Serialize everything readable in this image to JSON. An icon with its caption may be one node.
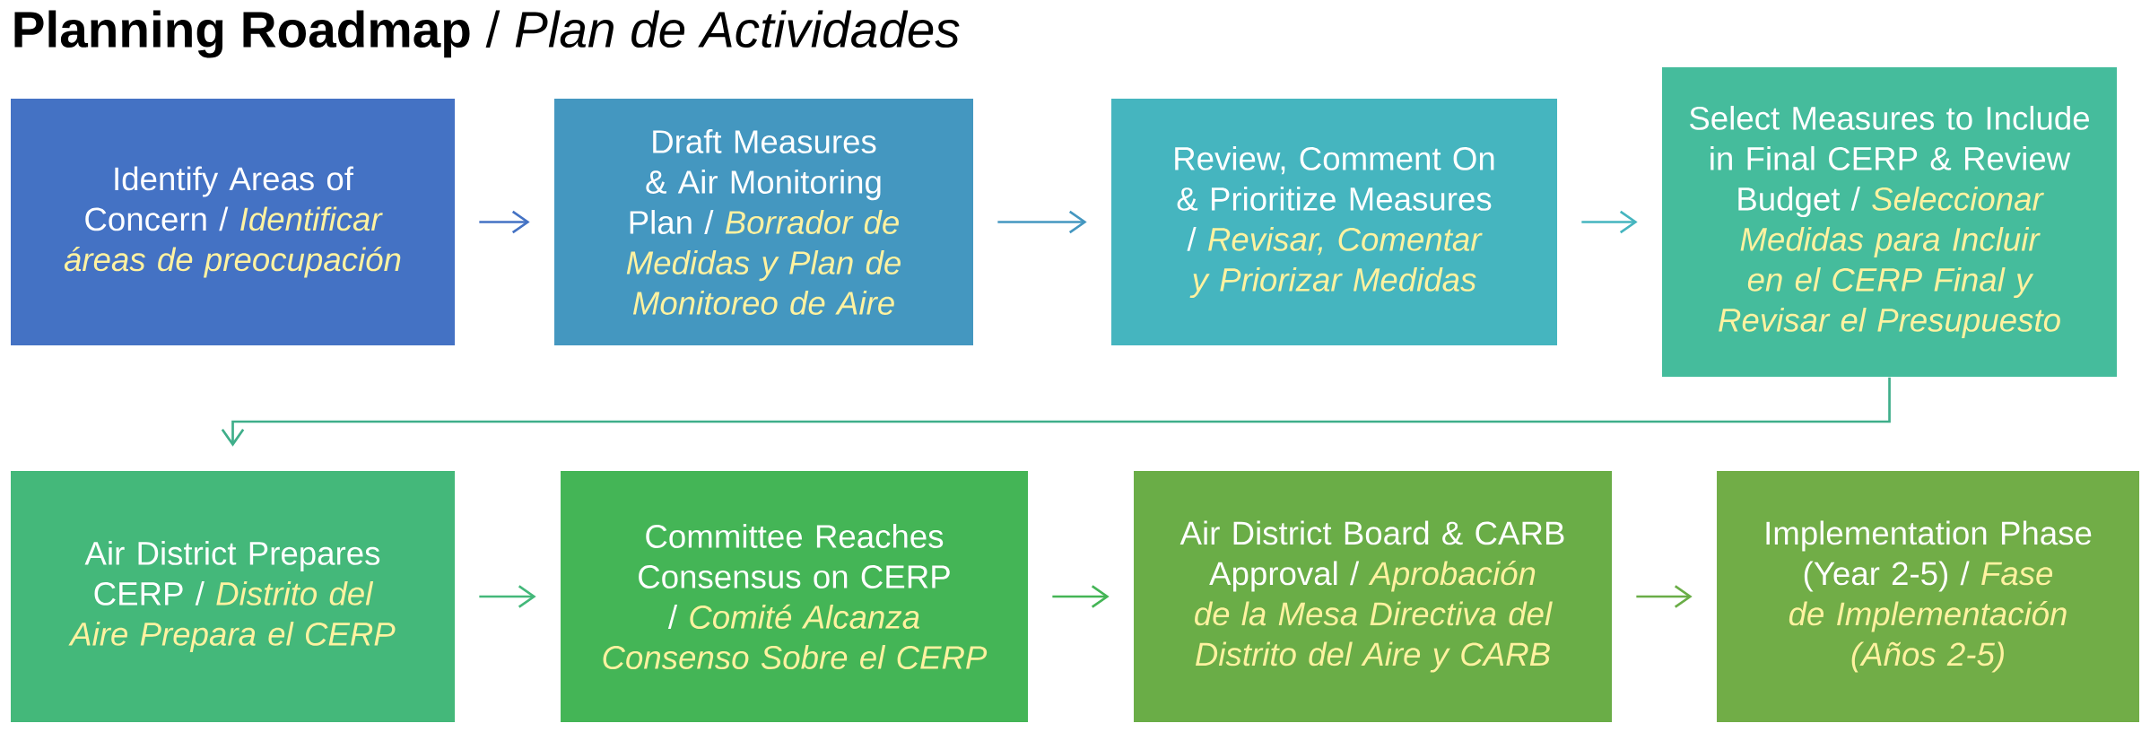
{
  "diagram": {
    "title": "**Planning Roadmap** / *Plan de Actividades*",
    "nodes": [
      {
        "text": [
          "Identify Areas of Concern /",
          "Identificar áreas de preocupación"
        ]
      },
      {
        "text": [
          "Draft Measures & Air Monitoring Plan /",
          "Borrador de Medidas y Plan de Monitoreo de Aire"
        ]
      },
      {
        "text": [
          "Review, Comment On & Prioritize Measures /",
          "Revisar, Comentar y Priorizar Medidas"
        ]
      },
      {
        "text": [
          "Select Measures to Include in Final CERP & Review Budget /",
          "Seleccionar Medidas para Incluir en el CERP Final y Revisar el Presupuesto"
        ]
      },
      {
        "text": [
          "Air District Prepares CERP /",
          "Distrito del Aire Prepara el CERP"
        ]
      },
      {
        "text": [
          "Committee Reaches Consensus on CERP /",
          "Comité Alcanza Consenso Sobre el CERP"
        ]
      },
      {
        "text": [
          "Air District Board & CARB Approval /",
          "Aprobación de la Mesa Directiva del Distrito del Aire y CARB"
        ]
      },
      {
        "text": [
          "Implementation Phase (Year 2-5) /",
          "Fase de Implementación (Años 2-5)"
        ]
      }
    ],
    "edges": [
      {
        "from": 0,
        "to": 1,
        "arrow": "to",
        "color": "#4472c4"
      },
      {
        "from": 1,
        "to": 2,
        "arrow": "to",
        "color": "#4497c0"
      },
      {
        "from": 2,
        "to": 3,
        "arrow": "to",
        "color": "#45b5bf"
      },
      {
        "from": 3,
        "to": 4,
        "arrow": "to",
        "color": "#3fae8a"
      },
      {
        "from": 4,
        "to": 5,
        "arrow": "to",
        "color": "#44b87a"
      },
      {
        "from": 5,
        "to": 6,
        "arrow": "to",
        "color": "#44b556"
      },
      {
        "from": 6,
        "to": 7,
        "arrow": "to",
        "color": "#6aad47"
      }
    ]
  }
}
